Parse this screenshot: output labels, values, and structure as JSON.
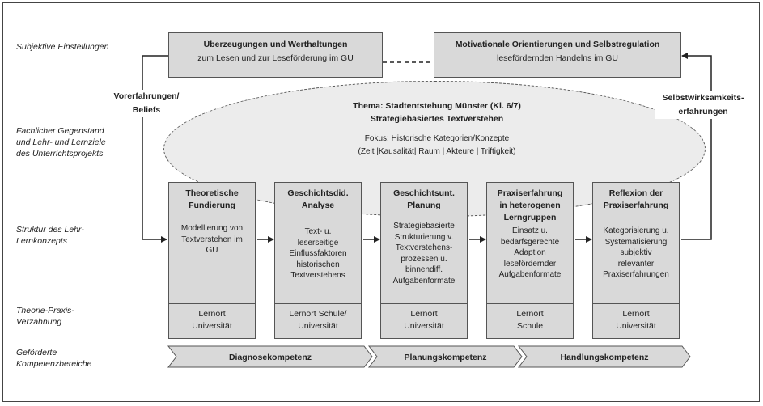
{
  "row_labels": [
    "Subjektive Einstellungen",
    "Fachlicher Gegenstand\nund Lehr- und Lernziele\ndes Unterrichtsprojekts",
    "Struktur des Lehr-\nLernkonzepts",
    "Theorie-Praxis-\nVerzahnung",
    "Geförderte\nKompetenzbereiche"
  ],
  "top_left": {
    "title": "Überzeugungen und Werthaltungen",
    "subtitle": "zum Lesen und zur Leseförderung im GU"
  },
  "top_right": {
    "title": "Motivationale Orientierungen und Selbstregulation",
    "subtitle": "lesefördernden Handelns im GU"
  },
  "side_left": "Vorerfahrungen/\nBeliefs",
  "side_right": "Selbstwirksamkeits-\nerfahrungen",
  "theme": {
    "title": "Thema: Stadtentstehung Münster (Kl. 6/7)",
    "subtitle": "Strategiebasiertes Textverstehen",
    "focus": "Fokus: Historische Kategorien/Konzepte",
    "categories": "(Zeit |Kausalität| Raum | Akteure | Triftigkeit)"
  },
  "columns": [
    {
      "title": "Theoretische\nFundierung",
      "desc": "Modellierung von\nTextverstehen im\nGU",
      "place": "Lernort\nUniversität"
    },
    {
      "title": "Geschichtsdid.\nAnalyse",
      "desc": "Text- u.\nleserseitige\nEinflussfaktoren\nhistorischen\nTextverstehens",
      "place": "Lernort Schule/\nUniversität"
    },
    {
      "title": "Geschichtsunt.\nPlanung",
      "desc": "Strategiebasierte\nStrukturierung v.\nTextverstehens-\nprozessen u.\nbinnendiff.\nAufgabenformate",
      "place": "Lernort\nUniversität"
    },
    {
      "title": "Praxiserfahrung\nin heterogenen\nLerngruppen",
      "desc": "Einsatz u.\nbedarfsgerechte\nAdaption\nlesefördernder\nAufgabenformate",
      "place": "Lernort\nSchule"
    },
    {
      "title": "Reflexion der\nPraxiserfahrung",
      "desc": "Kategorisierung u.\nSystematisierung\nsubjektiv\nrelevanter\nPraxiserfahrungen",
      "place": "Lernort\nUniversität"
    }
  ],
  "competences": [
    "Diagnosekompetenz",
    "Planungskompetenz",
    "Handlungskompetenz"
  ],
  "colors": {
    "box": "#d9d9d9",
    "ellipse": "#ececec",
    "line": "#222222"
  }
}
